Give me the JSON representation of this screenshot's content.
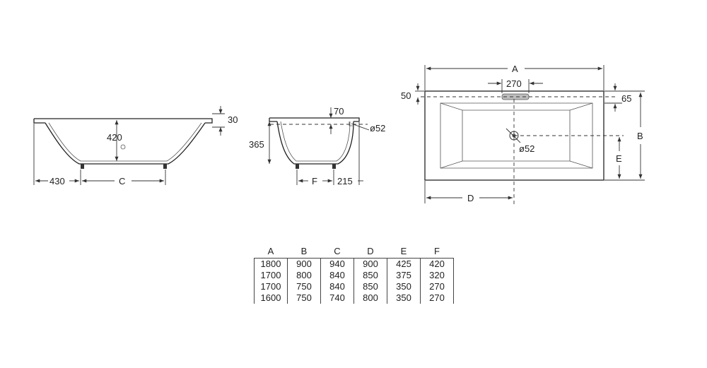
{
  "side_view": {
    "height_label": "420",
    "rim_label": "30",
    "left_label": "430",
    "span_label": "C"
  },
  "end_view": {
    "depth_label": "365",
    "top_label": "70",
    "drain_label": "ø52",
    "f_label": "F",
    "right_label": "215"
  },
  "top_view": {
    "width_label": "A",
    "overflow_label": "270",
    "edge_label": "50",
    "rim_label": "65",
    "depth_label": "B",
    "drain_pos_label": "E",
    "drain_label": "ø52",
    "drain_x_label": "D"
  },
  "table": {
    "headers": [
      "A",
      "B",
      "C",
      "D",
      "E",
      "F"
    ],
    "rows": [
      [
        "1800",
        "900",
        "940",
        "900",
        "425",
        "420"
      ],
      [
        "1700",
        "800",
        "840",
        "850",
        "375",
        "320"
      ],
      [
        "1700",
        "750",
        "840",
        "850",
        "350",
        "270"
      ],
      [
        "1600",
        "750",
        "740",
        "800",
        "350",
        "270"
      ]
    ]
  }
}
